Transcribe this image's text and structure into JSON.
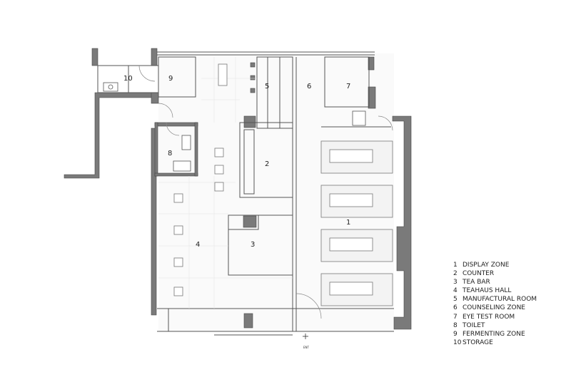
{
  "rooms": [
    {
      "num": "1",
      "label": "DISPLAY ZONE"
    },
    {
      "num": "2",
      "label": "COUNTER"
    },
    {
      "num": "3",
      "label": "TEA BAR"
    },
    {
      "num": "4",
      "label": "TEAHAUS HALL"
    },
    {
      "num": "5",
      "label": "MANUFACTURAL ROOM"
    },
    {
      "num": "6",
      "label": "COUNSELING ZONE"
    },
    {
      "num": "7",
      "label": "EYE TEST ROOM"
    },
    {
      "num": "8",
      "label": "TOILET"
    },
    {
      "num": "9",
      "label": "FERMENTING ZONE"
    },
    {
      "num": "10",
      "label": "STORAGE"
    }
  ],
  "entrance_label": "ENT",
  "colors": {
    "wall": "#7a7a7a",
    "line": "#555555",
    "fill": "#f6f6f6"
  }
}
